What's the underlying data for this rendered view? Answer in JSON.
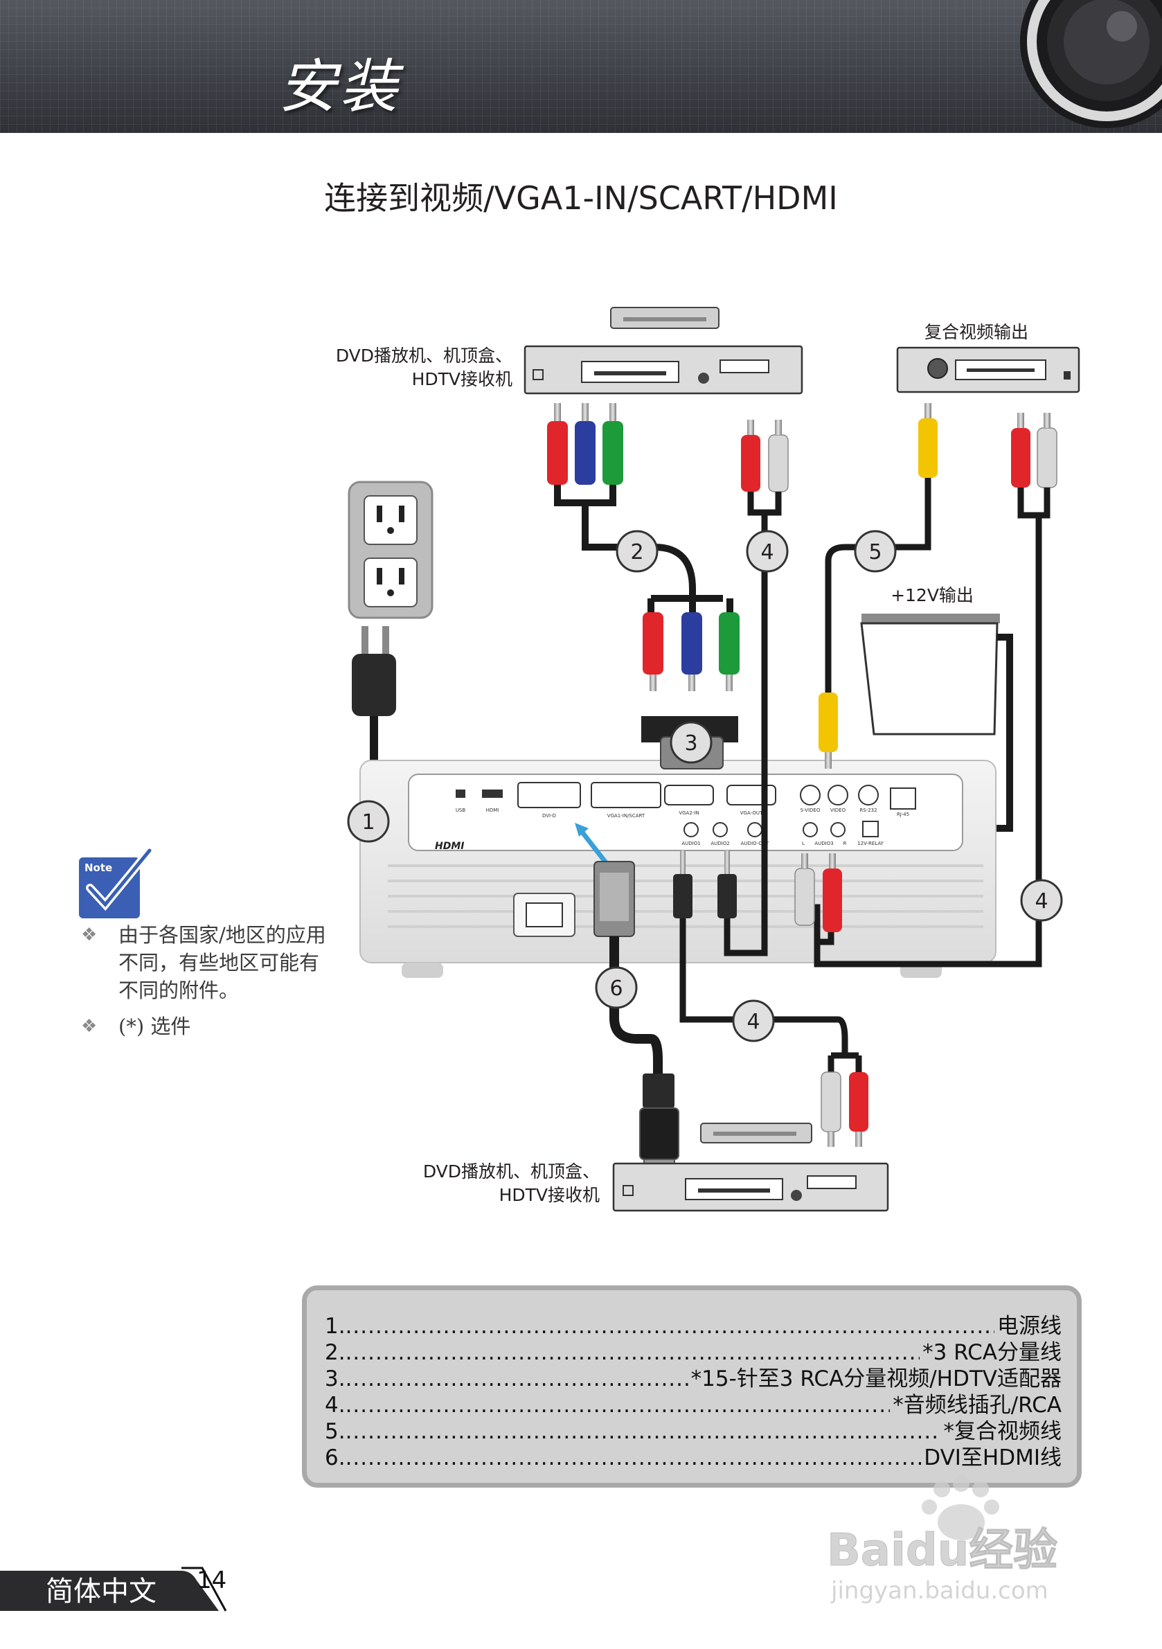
{
  "header": {
    "title": "安装"
  },
  "page_heading": "连接到视频/VGA1-IN/SCART/HDMI",
  "diagram": {
    "labels": {
      "dvd_top_line1": "DVD播放机、机顶盒、",
      "dvd_top_line2": "HDTV接收机",
      "composite_out": "复合视频输出",
      "twelve_v_out": "+12V输出",
      "dvd_bottom_line1": "DVD播放机、机顶盒、",
      "dvd_bottom_line2": "HDTV接收机"
    },
    "cable_numbers": {
      "power": "1",
      "component": "2",
      "adapter": "3",
      "audio_top": "4",
      "composite": "5",
      "audio_right": "4",
      "dvi_hdmi": "6",
      "audio_bottom": "4"
    },
    "ports": {
      "usb": "USB",
      "hdmi": "HDMI",
      "dvi": "DVI-D",
      "vga1": "VGA1-IN/SCART",
      "vga2": "VGA2-IN",
      "vga_out": "VGA-OUT",
      "svideo": "S-VIDEO",
      "video": "VIDEO",
      "rs232": "RS-232",
      "rj45": "RJ-45",
      "audio1": "AUDIO1",
      "audio2": "AUDIO2",
      "audio_out": "AUDIO-OUT",
      "audio3_l": "L",
      "audio3": "AUDIO3",
      "audio3_r": "R",
      "relay": "12V-RELAY",
      "hdmi_logo": "HDMI"
    },
    "colors": {
      "red": "#e0262b",
      "blue": "#2c3da0",
      "green": "#1d9a3a",
      "yellow": "#f2c500",
      "white": "#d8d8d8",
      "cable": "#1a1a1a",
      "arrow": "#3aa0d8"
    }
  },
  "note": {
    "icon_label": "Note",
    "items": [
      "由于各国家/地区的应用不同，有些地区可能有不同的附件。",
      "(*) 选件"
    ]
  },
  "legend": [
    {
      "num": "1.",
      "desc": "电源线"
    },
    {
      "num": "2.",
      "desc": "*3 RCA分量线"
    },
    {
      "num": "3.",
      "desc": "*15-针至3 RCA分量视频/HDTV适配器"
    },
    {
      "num": "4.",
      "desc": "*音频线插孔/RCA"
    },
    {
      "num": "5.",
      "desc": "*复合视频线"
    },
    {
      "num": "6.",
      "desc": "DVI至HDMI线"
    }
  ],
  "footer": {
    "language": "简体中文",
    "page_number": "14"
  },
  "watermark": {
    "brand": "Baidu经验",
    "url": "jingyan.baidu.com"
  }
}
